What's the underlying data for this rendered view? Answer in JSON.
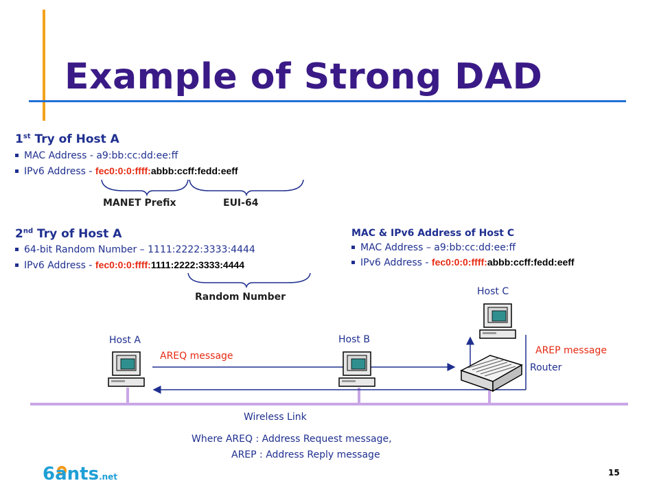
{
  "title": "Example of Strong DAD",
  "try1": {
    "heading_pre": "1",
    "heading_sup": "st",
    "heading_post": " Try of Host A",
    "mac": "MAC Address - a9:bb:cc:dd:ee:ff",
    "ipv6_label": "IPv6 Address - ",
    "ipv6_prefix": "fec0:0:0:ffff:",
    "ipv6_suffix": "abbb:ccff:fedd:eeff",
    "brace_left": "MANET Prefix",
    "brace_right": "EUI-64"
  },
  "try2": {
    "heading_pre": "2",
    "heading_sup": "nd",
    "heading_post": " Try of Host A",
    "random": "64-bit Random Number – 1111:2222:3333:4444",
    "ipv6_label": "IPv6 Address - ",
    "ipv6_prefix": "fec0:0:0:ffff:",
    "ipv6_suffix": "1111:2222:3333:4444",
    "brace": "Random Number"
  },
  "hostc_info": {
    "heading": "MAC & IPv6 Address of Host C",
    "mac": "MAC Address – a9:bb:cc:dd:ee:ff",
    "ipv6_label": "IPv6 Address - ",
    "ipv6_prefix": "fec0:0:0:ffff:",
    "ipv6_suffix": "abbb:ccff:fedd:eeff"
  },
  "diagram": {
    "host_a": "Host A",
    "host_b": "Host B",
    "host_c": "Host C",
    "router": "Router",
    "areq": "AREQ message",
    "arep": "AREP message",
    "wireless": "Wireless Link"
  },
  "footnote": {
    "line1": "Where AREQ : Address Request message,",
    "line2": "AREP : Address Reply message"
  },
  "logo": {
    "main": "6ants",
    "suffix": ".net"
  },
  "page_number": "15",
  "colors": {
    "title": "#3a1a86",
    "accent_bar": "#f4a21c",
    "rule": "#1f6fd6",
    "text_blue": "#1f2f8f",
    "red": "#e62a12",
    "link": "#c9a6e6"
  }
}
